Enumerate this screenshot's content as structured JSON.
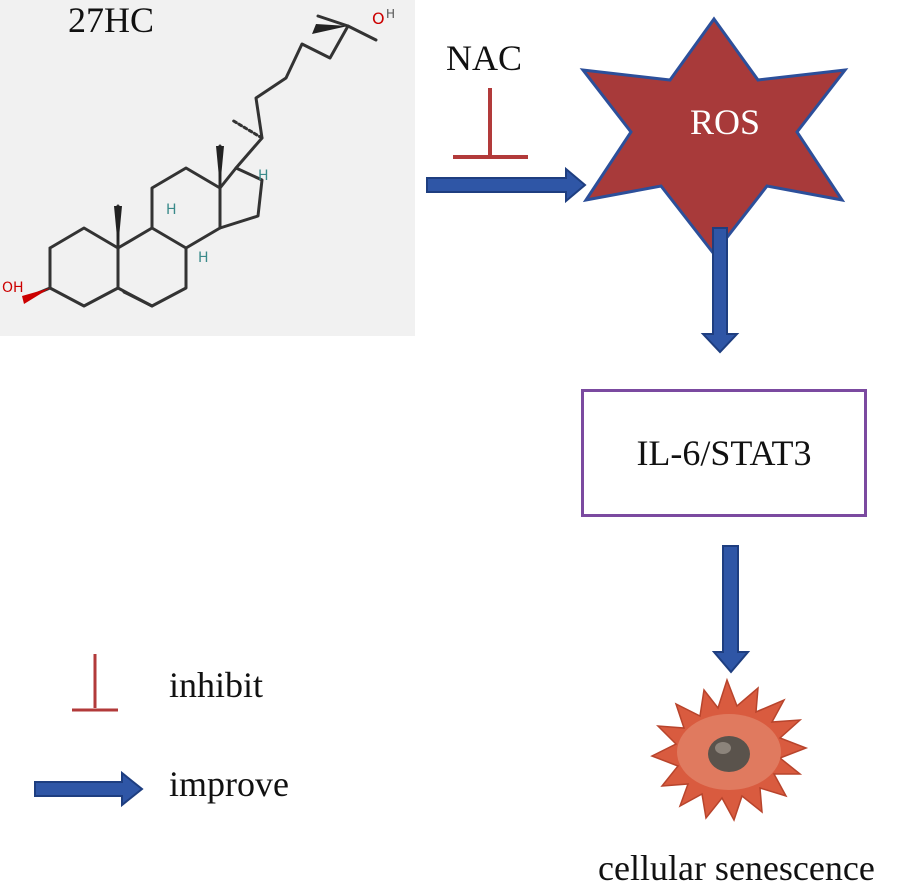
{
  "diagram": {
    "molecule_label": "27HC",
    "inhibitor_label": "NAC",
    "ros_label": "ROS",
    "pathway_label": "IL-6/STAT3",
    "outcome_label": "cellular senescence",
    "atom_labels": {
      "hydroxyl_oh": "OH",
      "hydroxyl_o": "O",
      "hydroxyl_h": "H",
      "stereo_h": "H"
    }
  },
  "legend": {
    "inhibit_label": "inhibit",
    "improve_label": "improve"
  },
  "colors": {
    "arrow_fill": "#2f56a6",
    "arrow_outline": "#1e3e80",
    "inhibit": "#b23a3a",
    "ros_fill": "#a83a3a",
    "ros_outline": "#2c4f9a",
    "box_border": "#7b4aa0",
    "cell_body": "#d95b3f",
    "nucleus": "#5a534c"
  }
}
